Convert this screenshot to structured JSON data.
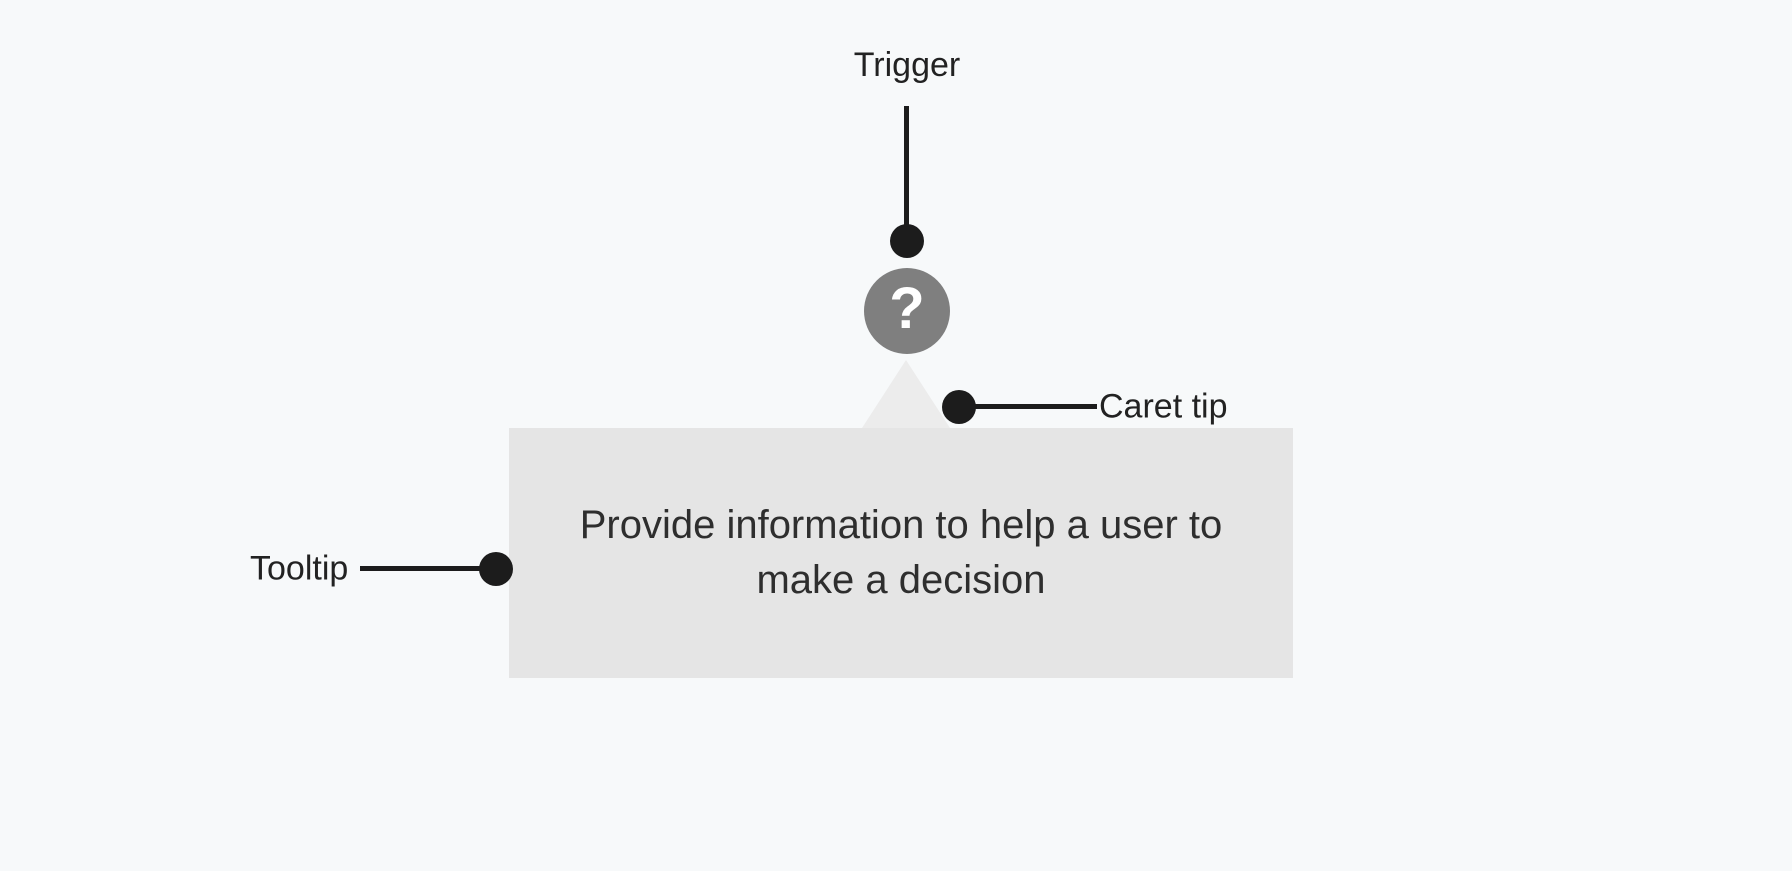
{
  "colors": {
    "background": "#f7f9fa",
    "annotation": "#1c1c1c",
    "label_text": "#222222",
    "trigger_icon_bg": "#7f7f7f",
    "trigger_icon_glyph": "#ffffff",
    "tooltip_bg": "#e5e5e5",
    "caret_bg": "#ececec",
    "tooltip_text": "#2e2e2e"
  },
  "annotations": {
    "trigger": {
      "label": "Trigger"
    },
    "caret_tip": {
      "label": "Caret tip"
    },
    "tooltip": {
      "label": "Tooltip"
    }
  },
  "trigger": {
    "glyph": "?"
  },
  "tooltip_body": {
    "line1": "Provide information to help a user to",
    "line2": "make a decision"
  }
}
